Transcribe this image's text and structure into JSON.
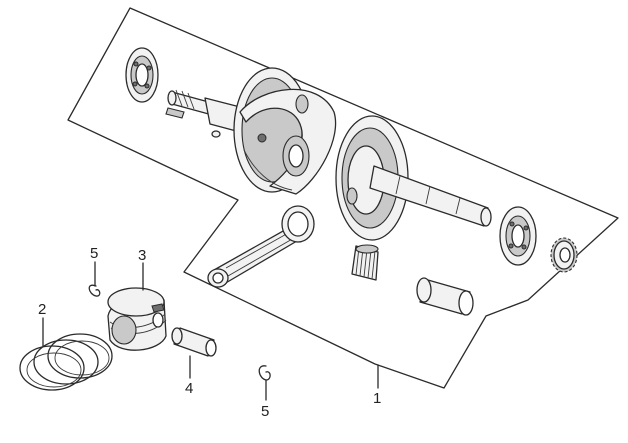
{
  "callouts": [
    {
      "id": "1",
      "label": "1"
    },
    {
      "id": "2",
      "label": "2"
    },
    {
      "id": "3",
      "label": "3"
    },
    {
      "id": "4",
      "label": "4"
    },
    {
      "id": "5a",
      "label": "5"
    },
    {
      "id": "5b",
      "label": "5"
    }
  ],
  "colors": {
    "line": "#2b2b2b",
    "fill_light": "#f2f2f2",
    "fill_shade": "#c9c9c9",
    "fill_dark": "#6e6e6e",
    "background": "#ffffff"
  }
}
